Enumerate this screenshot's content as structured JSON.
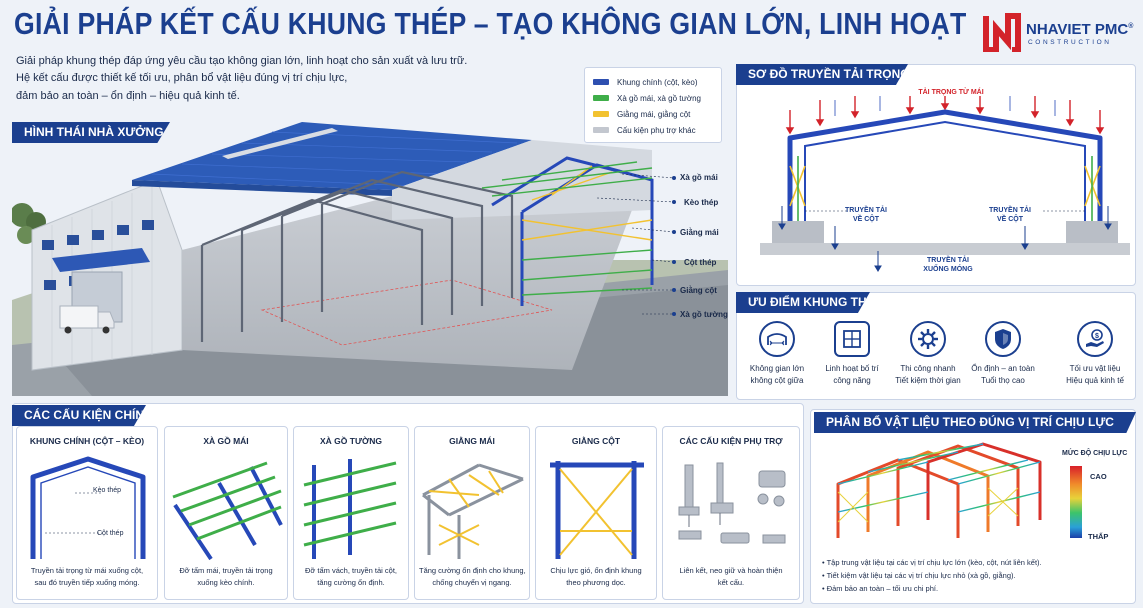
{
  "header": {
    "title": "GIẢI PHÁP KẾT CẤU KHUNG THÉP – TẠO KHÔNG GIAN LỚN, LINH HOẠT",
    "intro": [
      "Giải pháp khung thép đáp ứng yêu cầu tạo không gian lớn, linh hoạt cho sản xuất và lưu trữ.",
      "Hệ kết cấu được thiết kế tối ưu, phân bổ vật liệu đúng vị trí chịu lực,",
      "đảm bảo an toàn – ổn định – hiệu quả kinh tế."
    ]
  },
  "logo": {
    "name": "NHAVIET PMC",
    "registered": "®",
    "sub": "CONSTRUCTION"
  },
  "legend": [
    {
      "label": "Khung chính (cột, kèo)",
      "color": "#2e4fb0"
    },
    {
      "label": "Xà gồ mái, xà gồ tường",
      "color": "#3fae49"
    },
    {
      "label": "Giằng mái, giằng cột",
      "color": "#f2c230"
    },
    {
      "label": "Cấu kiện phụ trợ khác",
      "color": "#c3c7cf"
    }
  ],
  "morphology": {
    "title": "HÌNH THÁI NHÀ XƯỞNG",
    "callouts": [
      "Xà gồ mái",
      "Kèo thép",
      "Giằng mái",
      "Cột thép",
      "Giằng cột",
      "Xà gồ tường"
    ]
  },
  "load_diagram": {
    "title": "SƠ ĐỒ TRUYỀN TẢI TRỌNG",
    "roof_load": "TẢI TRỌNG TỪ MÁI",
    "left_label": [
      "TRUYỀN TẢI",
      "VỀ CỘT"
    ],
    "right_label": [
      "TRUYỀN TẢI",
      "VỀ CỘT"
    ],
    "bottom_label": [
      "TRUYỀN TẢI",
      "XUỐNG MÓNG"
    ]
  },
  "advantages": {
    "title": "ƯU ĐIỂM KHUNG THÉP",
    "items": [
      {
        "icon": "span-icon",
        "lines": [
          "Không gian lớn",
          "không cột giữa"
        ]
      },
      {
        "icon": "grid-icon",
        "lines": [
          "Linh hoạt bố trí",
          "công năng"
        ]
      },
      {
        "icon": "gear-icon",
        "lines": [
          "Thi công nhanh",
          "Tiết kiệm thời gian"
        ]
      },
      {
        "icon": "shield-icon",
        "lines": [
          "Ổn định – an toàn",
          "Tuổi thọ cao"
        ]
      },
      {
        "icon": "money-icon",
        "lines": [
          "Tối ưu vật liệu",
          "Hiệu quả kinh tế"
        ]
      }
    ]
  },
  "components": {
    "title": "CÁC CẤU KIỆN CHÍNH",
    "cards": [
      {
        "title": "KHUNG CHÍNH (CỘT – KÈO)",
        "desc": [
          "Truyền tải trọng từ mái xuống cột,",
          "sau đó truyền tiếp xuống móng."
        ],
        "label_top": "Kèo thép",
        "label_bottom": "Cột thép"
      },
      {
        "title": "XÀ GỒ MÁI",
        "desc": [
          "Đỡ tấm mái, truyền tải trọng",
          "xuống kèo chính."
        ]
      },
      {
        "title": "XÀ GỒ TƯỜNG",
        "desc": [
          "Đỡ tấm vách, truyền tải cột,",
          "tăng cường ổn định."
        ]
      },
      {
        "title": "GIẰNG MÁI",
        "desc": [
          "Tăng cường ổn định cho khung,",
          "chống chuyển vị ngang."
        ]
      },
      {
        "title": "GIẰNG CỘT",
        "desc": [
          "Chịu lực gió, ổn định khung",
          "theo phương dọc."
        ]
      },
      {
        "title": "CÁC CẤU KIỆN PHỤ TRỢ",
        "desc": [
          "Liên kết, neo giữ và hoàn thiện",
          "kết cấu."
        ]
      }
    ]
  },
  "distribution": {
    "title": "PHÂN BỔ VẬT LIỆU THEO ĐÚNG VỊ TRÍ CHỊU LỰC",
    "scale_title": "MỨC ĐỘ CHỊU LỰC",
    "high": "CAO",
    "low": "THẤP",
    "bullets": [
      "Tập trung vật liệu tại các vị trí chịu lực lớn (kèo, cột, nút liên kết).",
      "Tiết kiệm vật liệu tại các vị trí chịu lực nhỏ (xà gồ, giằng).",
      "Đảm bảo an toàn – tối ưu chi phí."
    ]
  }
}
